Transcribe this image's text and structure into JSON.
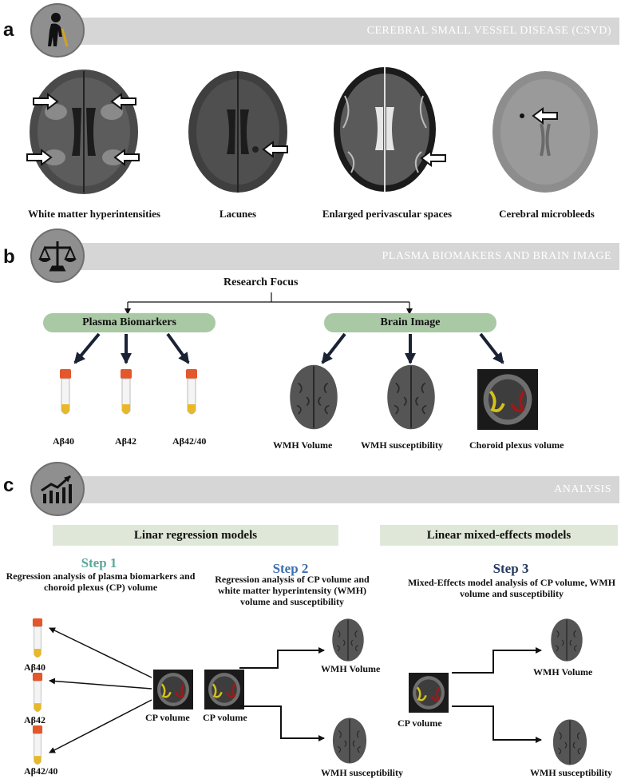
{
  "panels": {
    "a": {
      "letter": "a",
      "banner": "CEREBRAL SMALL VESSEL DISEASE (CSVD)",
      "images": [
        {
          "caption": "White matter hyperintensities"
        },
        {
          "caption": "Lacunes"
        },
        {
          "caption": "Enlarged perivascular spaces"
        },
        {
          "caption": "Cerebral microbleeds"
        }
      ]
    },
    "b": {
      "letter": "b",
      "banner": "PLASMA BIOMAKERS AND BRAIN IMAGE",
      "root": "Research Focus",
      "plasma": {
        "title": "Plasma Biomarkers",
        "items": [
          "Aβ40",
          "Aβ42",
          "Aβ42/40"
        ]
      },
      "brain": {
        "title": "Brain Image",
        "items": [
          "WMH Volume",
          "WMH susceptibility",
          "Choroid plexus volume"
        ]
      }
    },
    "c": {
      "letter": "c",
      "banner": "ANALYSIS",
      "model_left": "Linar regression models",
      "model_right": "Linear mixed-effects models",
      "step1": {
        "title": "Step 1",
        "desc": "Regression analysis of plasma biomarkers and choroid plexus (CP) volume",
        "items": [
          "Aβ40",
          "Aβ42",
          "Aβ42/40"
        ],
        "cp": "CP volume"
      },
      "step2": {
        "title": "Step 2",
        "desc": "Regression analysis of CP volume and white matter hyperintensity (WMH) volume and susceptibility",
        "cp": "CP volume",
        "out1": "WMH Volume",
        "out2": "WMH susceptibility"
      },
      "step3": {
        "title": "Step 3",
        "desc": "Mixed-Effects model analysis of CP volume, WMH volume and susceptibility",
        "cp": "CP volume",
        "out1": "WMH Volume",
        "out2": "WMH susceptibility"
      }
    }
  },
  "colors": {
    "banner": "#d6d6d6",
    "pill": "#a9c9a4",
    "bar": "#dfe8d8",
    "step1": "#5aa89a",
    "step2": "#3c6fb0",
    "step3": "#24395e",
    "tube_cap": "#e3572b",
    "tube_liquid": "#e8b828"
  },
  "icons": {
    "a": "elderly-person-icon",
    "b": "balance-scale-icon",
    "c": "bar-chart-trend-icon"
  }
}
